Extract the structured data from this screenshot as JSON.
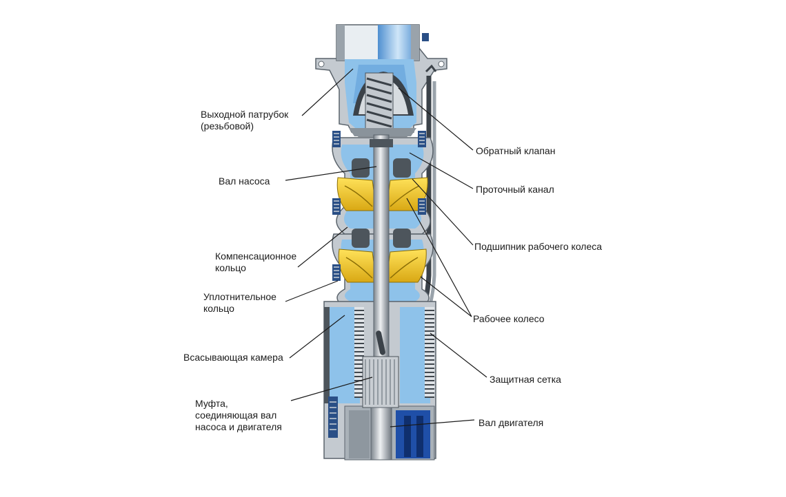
{
  "colors": {
    "water": "#8ec2ea",
    "water_dark": "#4f8fd0",
    "steel": "#b9bfc6",
    "steel_dark": "#6e7780",
    "steel_light": "#e4e7ea",
    "impeller": "#f2cf2a",
    "impeller_dark": "#b4900e",
    "motor_blue": "#1f4fa8",
    "line": "#1a1a1a"
  },
  "labels": {
    "outlet": [
      "Выходной патрубок",
      "(резьбовой)"
    ],
    "pump_shaft": [
      "Вал насоса"
    ],
    "comp_ring": [
      "Компенсационное",
      "кольцо"
    ],
    "seal_ring": [
      "Уплотнительное",
      "кольцо"
    ],
    "suction": [
      "Всасывающая камера"
    ],
    "coupling": [
      "Муфта,",
      "соединяющая вал",
      "насоса и двигателя"
    ],
    "check_valve": [
      "Обратный клапан"
    ],
    "flow_channel": [
      "Проточный канал"
    ],
    "bearing": [
      "Подшипник рабочего колеса"
    ],
    "impeller": [
      "Рабочее колесо"
    ],
    "screen": [
      "Защитная сетка"
    ],
    "motor_shaft": [
      "Вал двигателя"
    ]
  }
}
